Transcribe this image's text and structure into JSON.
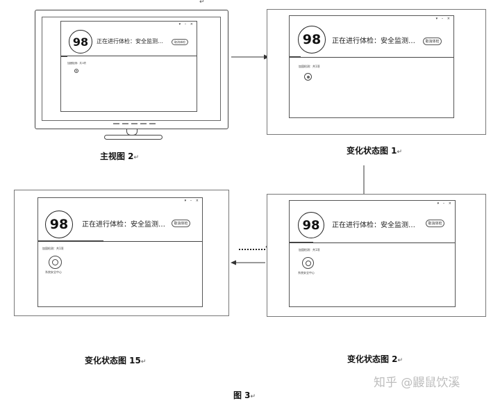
{
  "ui": {
    "score": "98",
    "status": "正在进行体检：安全监测…",
    "button_label": "取消体检",
    "section_label": "加固检测：共1项",
    "item_label": "系统安全中心",
    "window_controls": "▾ – ×"
  },
  "captions": {
    "main_view": "主视图 2",
    "state_1": "变化状态图 1",
    "state_2": "变化状态图 2",
    "state_15": "变化状态图 15",
    "figure": "图 3"
  },
  "marks": {
    "paragraph": "↵"
  },
  "watermark": "知乎 @鼹鼠饮溪",
  "colors": {
    "line": "#444444",
    "frame": "#777777"
  }
}
